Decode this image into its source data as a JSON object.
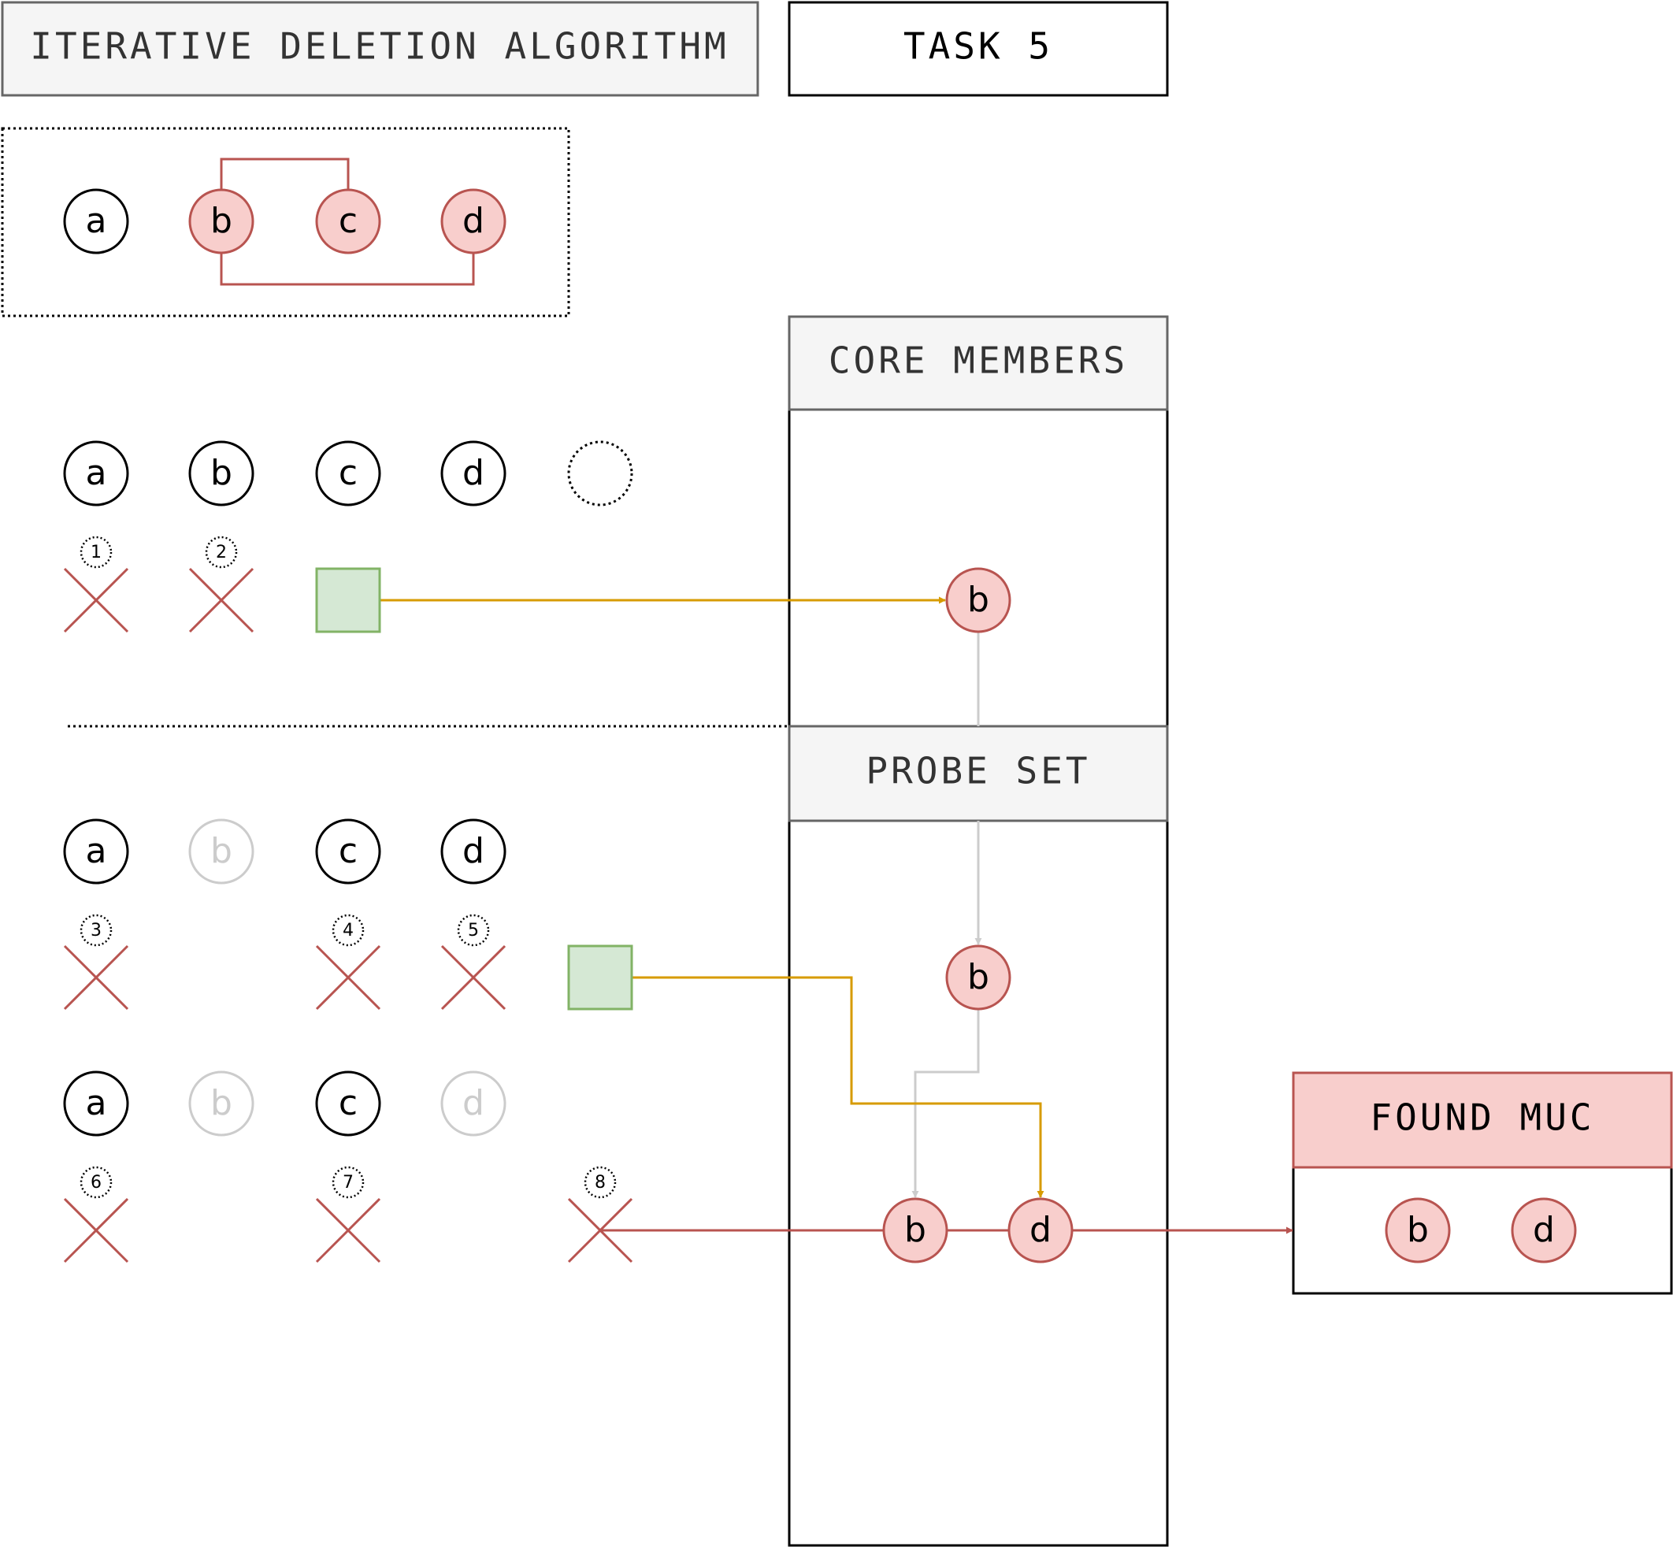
{
  "header": {
    "title": "ITERATIVE DELETION ALGORITHM",
    "task": "TASK 5"
  },
  "initial_graph": {
    "nodes": [
      "a",
      "b",
      "c",
      "d"
    ],
    "conflicts": [
      [
        "b",
        "c"
      ],
      [
        "b",
        "d"
      ]
    ]
  },
  "panels": {
    "core_members": "CORE MEMBERS",
    "probe_set": "PROBE SET",
    "found_muc": "FOUND MUC"
  },
  "round1": {
    "nodes": [
      "a",
      "b",
      "c",
      "d"
    ],
    "steps": [
      "1",
      "2"
    ],
    "core_node": "b"
  },
  "round2": {
    "nodes": [
      "a",
      "b",
      "c",
      "d"
    ],
    "steps": [
      "3",
      "4",
      "5"
    ],
    "probe_node": "b"
  },
  "round3": {
    "nodes": [
      "a",
      "b",
      "c",
      "d"
    ],
    "steps": [
      "6",
      "7",
      "8"
    ],
    "probe_nodes": [
      "b",
      "d"
    ]
  },
  "found_muc": [
    "b",
    "d"
  ],
  "colors": {
    "conflict_fill": "#f8cecc",
    "conflict_stroke": "#b85450",
    "sat_fill": "#d5e8d4",
    "sat_stroke": "#82b366",
    "arrow_yellow": "#d79b00",
    "faded": "#cccccc",
    "header_fill": "#f5f5f5",
    "header_stroke": "#666666"
  }
}
